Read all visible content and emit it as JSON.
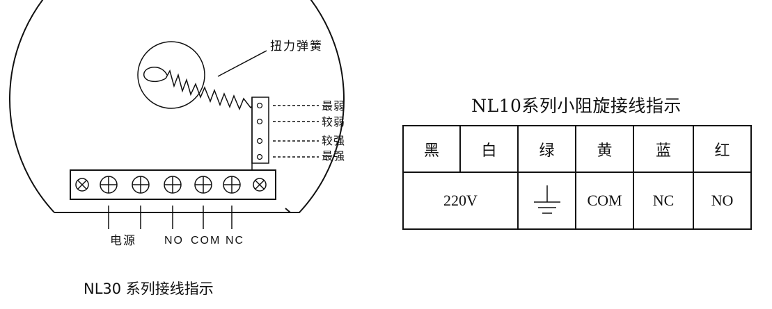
{
  "left_diagram": {
    "spring_label": "扭力弹簧",
    "strength_labels": [
      "最弱",
      "较弱",
      "较强",
      "最强"
    ],
    "terminal_labels": [
      "电源",
      "NO",
      "COM",
      "NC"
    ]
  },
  "table": {
    "title": "NL10系列小阻旋接线指示",
    "headers": [
      "黑",
      "白",
      "绿",
      "黄",
      "蓝",
      "红"
    ],
    "row": {
      "power": "220V",
      "ground_icon": "ground-icon",
      "yellow": "COM",
      "blue": "NC",
      "red": "NO"
    }
  },
  "caption": "NL30 系列接线指示"
}
